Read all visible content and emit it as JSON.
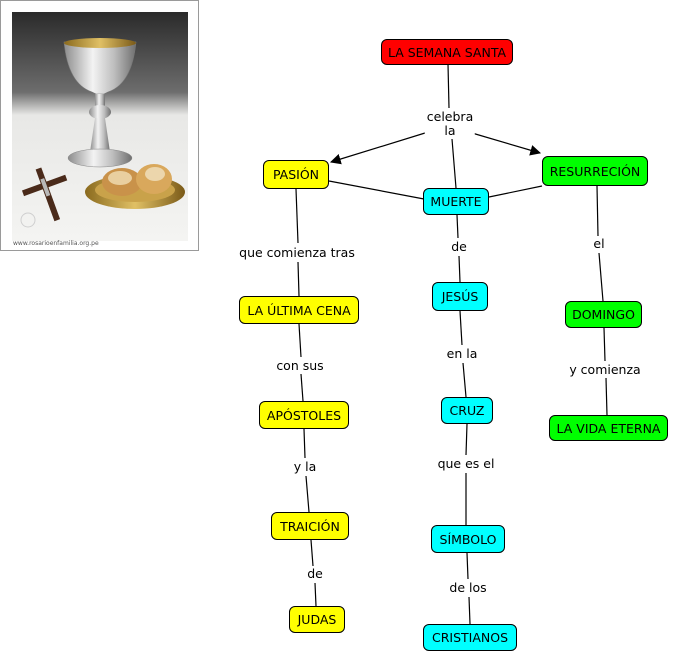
{
  "photo": {
    "watermark": "www.rosarioenfamilia.org.pe"
  },
  "nodes": {
    "semana_santa": "LA SEMANA SANTA",
    "pasion": "PASIÓN",
    "muerte": "MUERTE",
    "resurreccion": "RESURRECIÓN",
    "ultima_cena": "LA ÚLTIMA CENA",
    "apostoles": "APÓSTOLES",
    "traicion": "TRAICIÓN",
    "judas": "JUDAS",
    "jesus": "JESÚS",
    "cruz": "CRUZ",
    "simbolo": "SÍMBOLO",
    "cristianos": "CRISTIANOS",
    "domingo": "DOMINGO",
    "vida_eterna": "LA VIDA ETERNA"
  },
  "links": {
    "celebra_la_1": "celebra",
    "celebra_la_2": "la",
    "que_comienza_tras": "que comienza tras",
    "con_sus": "con sus",
    "y_la": "y la",
    "de_judas": "de",
    "de_jesus": "de",
    "en_la": "en la",
    "que_es_el": "que es el",
    "de_los": "de los",
    "el": "el",
    "y_comienza": "y comienza"
  },
  "colors": {
    "root": "#ff0000",
    "pasion_branch": "#ffff00",
    "muerte_branch": "#00ffff",
    "resurreccion_branch": "#00ff00"
  }
}
